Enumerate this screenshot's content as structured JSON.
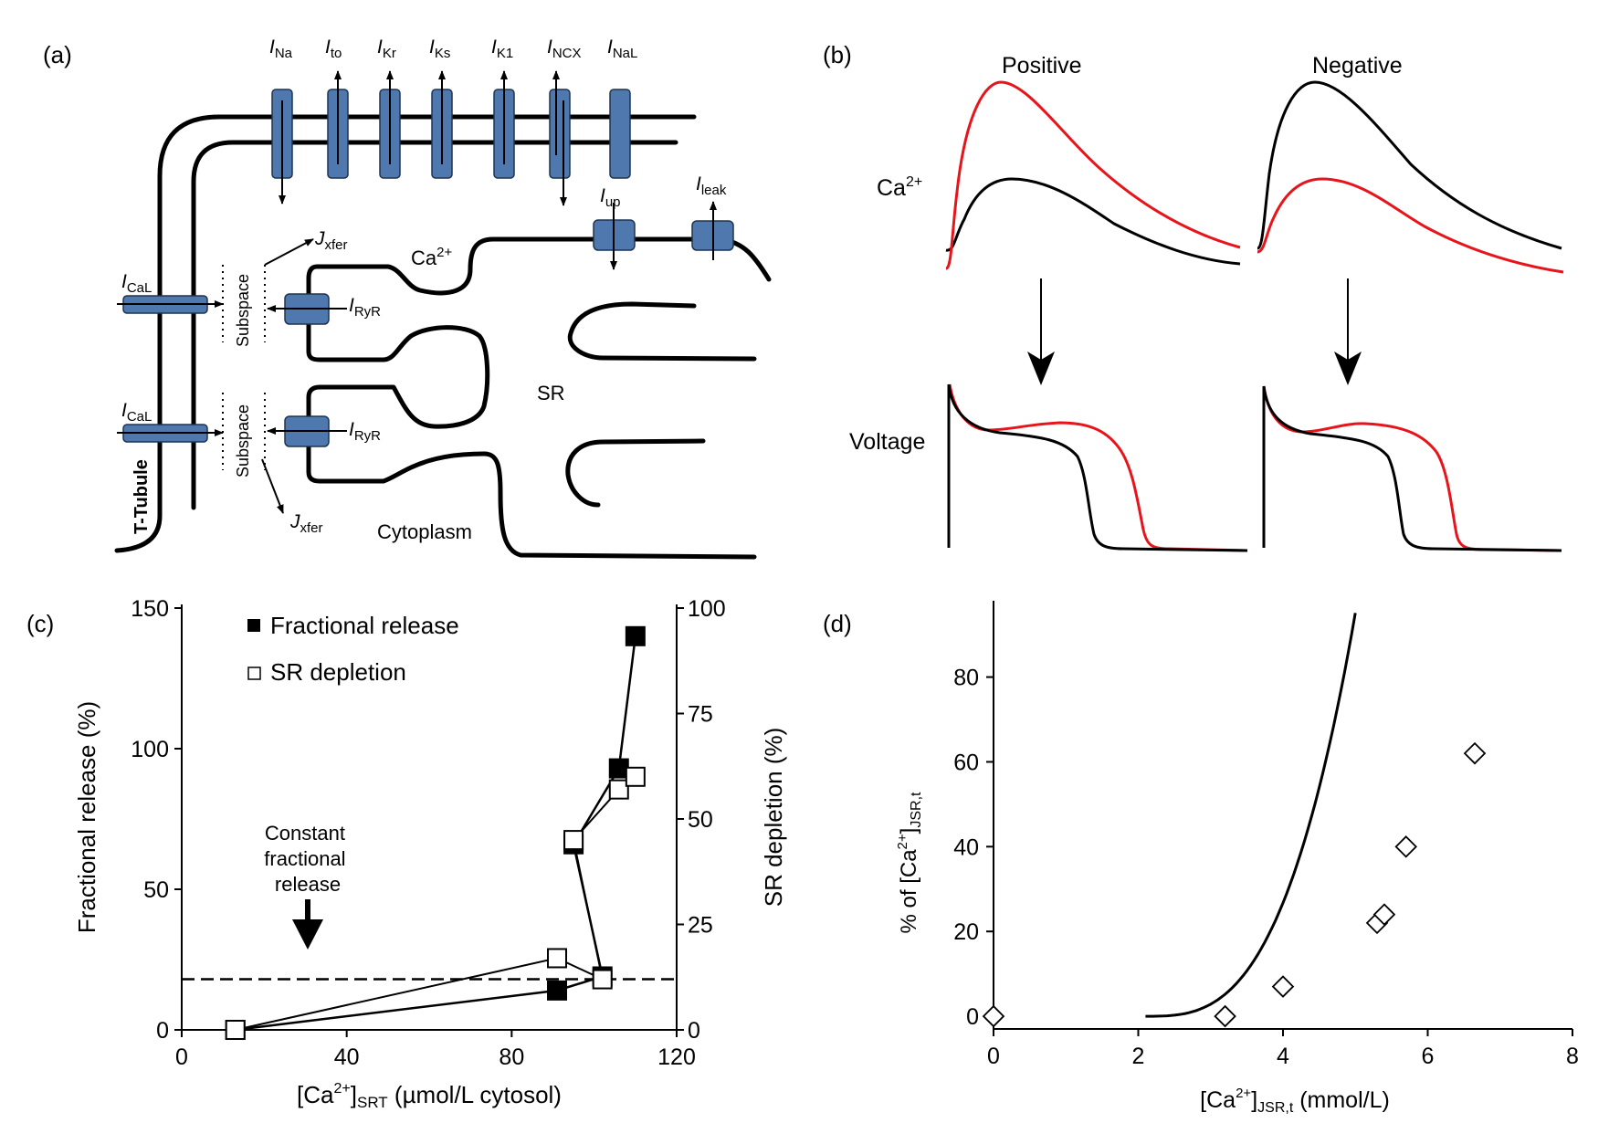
{
  "panels": {
    "a": {
      "label": "(a)",
      "channels_top": [
        {
          "sym": "I",
          "sub": "Na"
        },
        {
          "sym": "I",
          "sub": "to"
        },
        {
          "sym": "I",
          "sub": "Kr"
        },
        {
          "sym": "I",
          "sub": "Ks"
        },
        {
          "sym": "I",
          "sub": "K1"
        },
        {
          "sym": "I",
          "sub": "NCX"
        },
        {
          "sym": "I",
          "sub": "NaL"
        }
      ],
      "up": {
        "sym": "I",
        "sub": "up"
      },
      "leak": {
        "sym": "I",
        "sub": "leak"
      },
      "cal_top": {
        "sym": "I",
        "sub": "CaL"
      },
      "cal_bottom": {
        "sym": "I",
        "sub": "CaL"
      },
      "ryr_top": {
        "sym": "I",
        "sub": "RyR"
      },
      "ryr_bottom": {
        "sym": "I",
        "sub": "RyR"
      },
      "jxfer_top": {
        "sym": "J",
        "sub": "xfer"
      },
      "jxfer_bottom": {
        "sym": "J",
        "sub": "xfer"
      },
      "ca_label": {
        "base": "Ca",
        "sup": "2+"
      },
      "subspace": "Subspace",
      "sr": "SR",
      "cytoplasm": "Cytoplasm",
      "ttubule": "T-Tubule"
    },
    "b": {
      "label": "(b)",
      "col_left": "Positive",
      "col_right": "Negative",
      "row_ca": {
        "base": "Ca",
        "sup": "2+"
      },
      "row_voltage": "Voltage",
      "colors": {
        "black": "#000000",
        "red": "#e8141b"
      }
    },
    "c": {
      "label": "(c)",
      "ylabel_left": "Fractional release (%)",
      "ylabel_right": "SR depletion (%)",
      "xlabel": {
        "pre": "[Ca",
        "sup": "2+",
        "mid": "]",
        "sub": "SRT",
        "post": " (µmol/L cytosol)"
      },
      "legend": [
        {
          "marker": "filled-square",
          "label": "Fractional release"
        },
        {
          "marker": "open-square",
          "label": "SR depletion"
        }
      ],
      "annotation": [
        "Constant",
        "fractional",
        "release"
      ]
    },
    "d": {
      "label": "(d)",
      "ylabel": {
        "pre": "% of [Ca",
        "sup": "2+",
        "mid": "]",
        "sub": "JSR,t"
      },
      "xlabel": {
        "pre": "[Ca",
        "sup": "2+",
        "mid": "]",
        "sub": "JSR,t",
        "post": " (mmol/L)"
      }
    }
  },
  "chart_data": [
    {
      "panel": "c",
      "type": "line",
      "x_ticks": [
        0,
        40,
        80,
        120
      ],
      "y_left_ticks": [
        0,
        50,
        100,
        150
      ],
      "y_right_ticks": [
        0,
        25,
        50,
        75,
        100
      ],
      "xlim": [
        0,
        120
      ],
      "ylim_left": [
        0,
        150
      ],
      "ylim_right": [
        0,
        100
      ],
      "reference_line_y_left": 18,
      "series": [
        {
          "name": "Fractional release",
          "axis": "left",
          "marker": "filled-square",
          "points": [
            [
              13,
              0
            ],
            [
              91,
              14
            ],
            [
              102,
              19
            ],
            [
              95,
              66
            ],
            [
              106,
              93
            ],
            [
              110,
              140
            ]
          ]
        },
        {
          "name": "SR depletion",
          "axis": "right",
          "marker": "open-square",
          "points": [
            [
              13,
              0
            ],
            [
              91,
              17
            ],
            [
              102,
              12
            ],
            [
              95,
              45
            ],
            [
              106,
              57
            ],
            [
              110,
              60
            ]
          ]
        }
      ]
    },
    {
      "panel": "d",
      "type": "scatter",
      "x_ticks": [
        0,
        2,
        4,
        6,
        8
      ],
      "y_ticks": [
        0,
        20,
        40,
        60,
        80
      ],
      "xlim": [
        0,
        8
      ],
      "ylim": [
        -3,
        98
      ],
      "points": [
        [
          0,
          0
        ],
        [
          3.2,
          0
        ],
        [
          4.0,
          7
        ],
        [
          5.3,
          22
        ],
        [
          5.4,
          24
        ],
        [
          5.7,
          40
        ],
        [
          6.65,
          62
        ]
      ],
      "fit_curve": {
        "form": "cubic",
        "x0": 2.1,
        "coef": 3.9
      }
    }
  ]
}
